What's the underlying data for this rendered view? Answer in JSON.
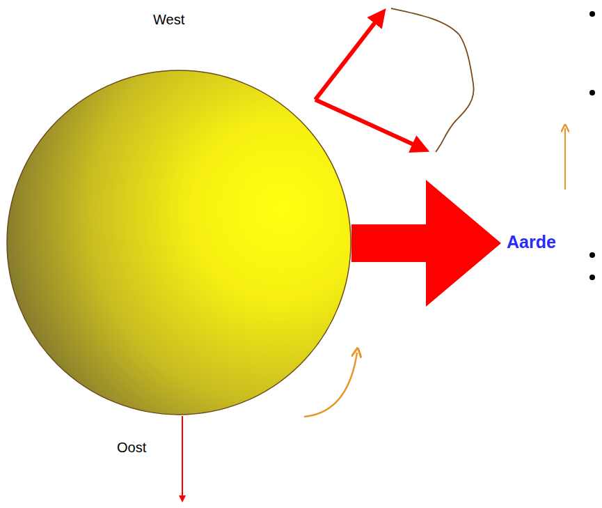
{
  "diagram": {
    "labels": [
      "West",
      "Aarde",
      "Oost"
    ]
  }
}
